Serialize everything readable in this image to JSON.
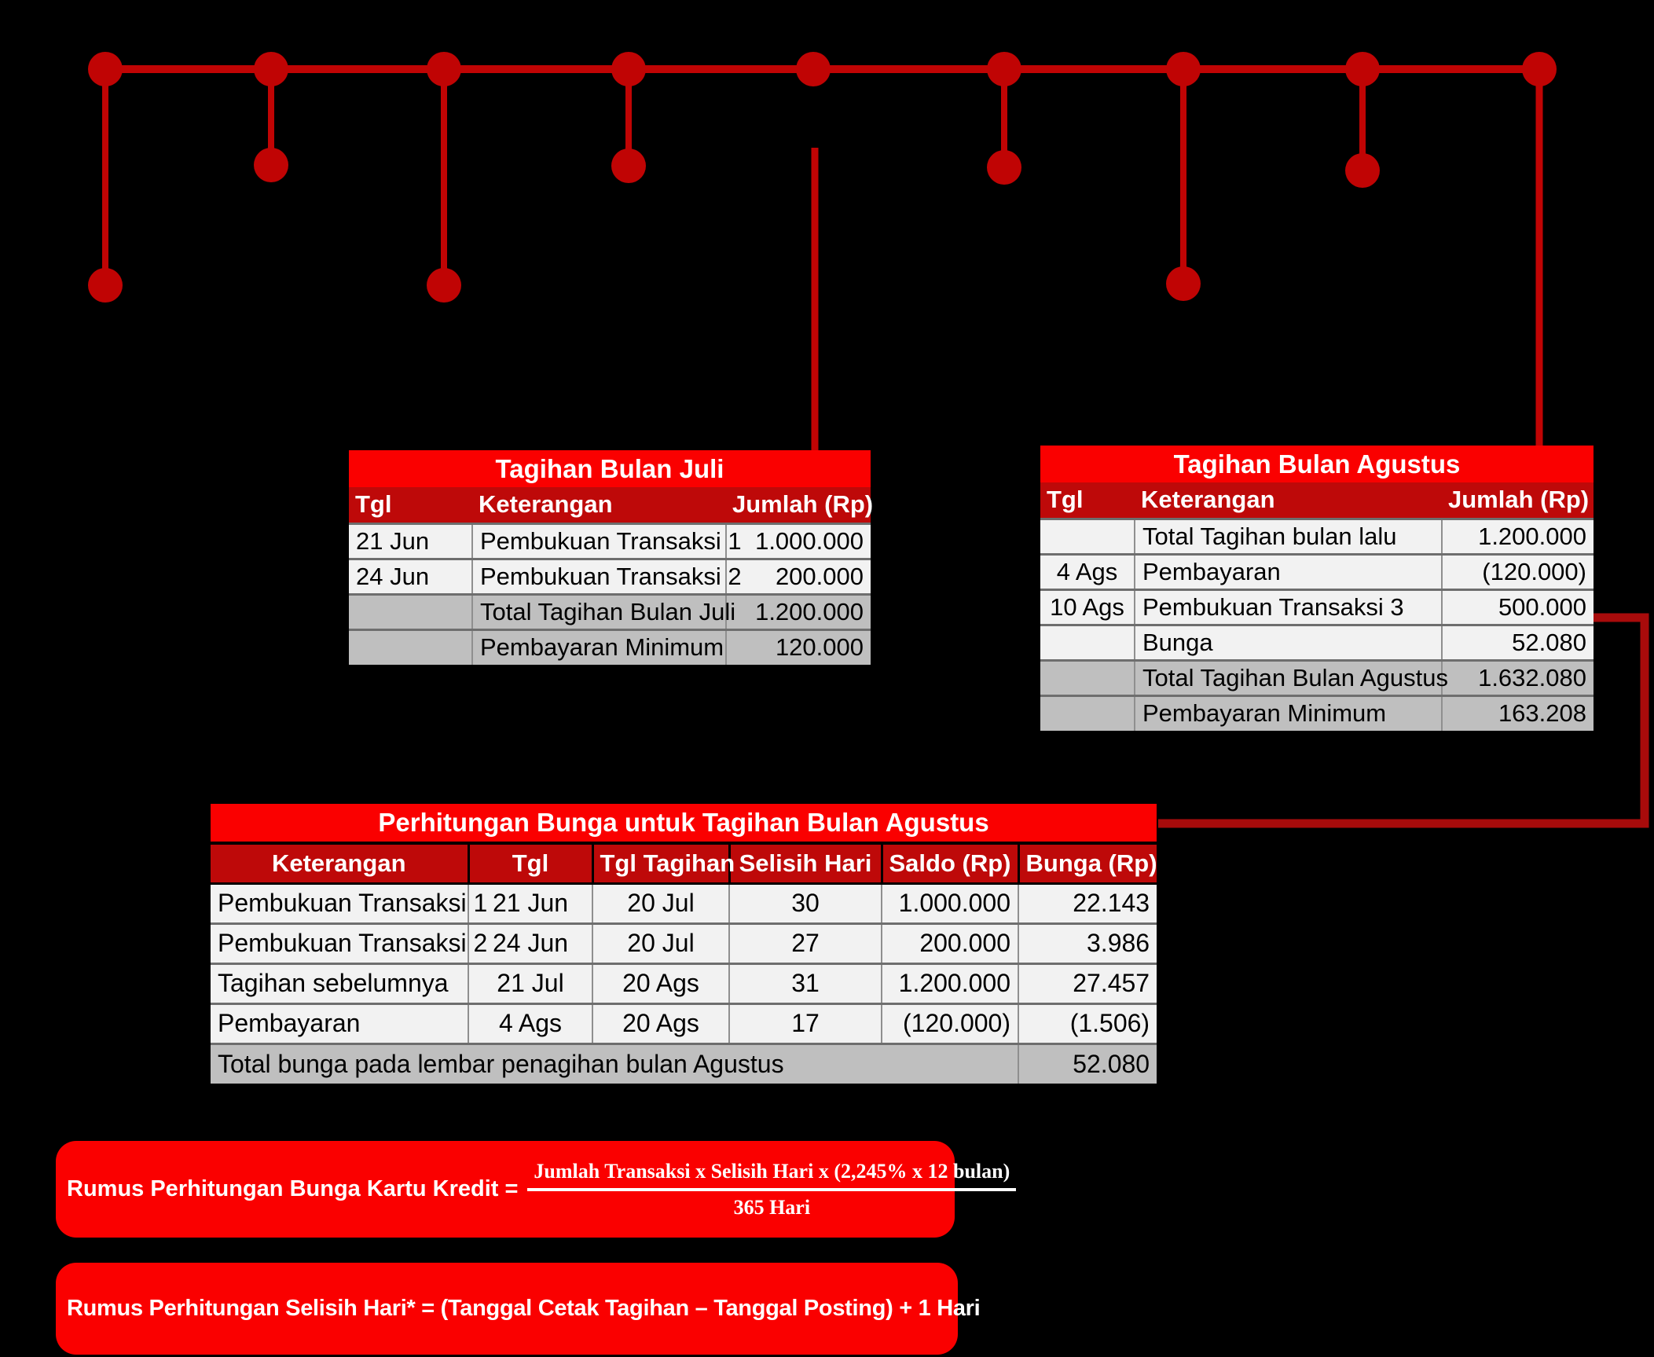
{
  "colors": {
    "background": "#000000",
    "accent_red": "#FA0000",
    "header_dark_red": "#BE0909",
    "timeline_red": "#C00404",
    "connector_red": "#A80B0B",
    "row_light_gray": "#F2F2F2",
    "row_total_gray": "#BFBFBF",
    "text_on_red": "#FFFFFF",
    "text_on_gray": "#000000"
  },
  "tables": {
    "juli": {
      "title": "Tagihan Bulan Juli",
      "headers": [
        "Tgl",
        "Keterangan",
        "Jumlah (Rp)"
      ],
      "rows": [
        [
          "21 Jun",
          "Pembukuan Transaksi 1",
          "1.000.000"
        ],
        [
          "24 Jun",
          "Pembukuan Transaksi 2",
          "200.000"
        ],
        [
          "",
          "Total Tagihan Bulan Juli",
          "1.200.000"
        ],
        [
          "",
          "Pembayaran Minimum",
          "120.000"
        ]
      ]
    },
    "agustus": {
      "title": "Tagihan Bulan Agustus",
      "headers": [
        "Tgl",
        "Keterangan",
        "Jumlah (Rp)"
      ],
      "rows": [
        [
          "",
          "Total Tagihan bulan lalu",
          "1.200.000"
        ],
        [
          "4 Ags",
          "Pembayaran",
          "(120.000)"
        ],
        [
          "10 Ags",
          "Pembukuan Transaksi 3",
          "500.000"
        ],
        [
          "",
          "Bunga",
          "52.080"
        ],
        [
          "",
          "Total Tagihan Bulan Agustus",
          "1.632.080"
        ],
        [
          "",
          "Pembayaran Minimum",
          "163.208"
        ]
      ]
    },
    "perhitungan": {
      "title": "Perhitungan Bunga untuk Tagihan Bulan Agustus",
      "headers": [
        "Keterangan",
        "Tgl",
        "Tgl Tagihan",
        "Selisih Hari",
        "Saldo (Rp)",
        "Bunga (Rp)"
      ],
      "rows": [
        [
          "Pembukuan Transaksi 1",
          "21 Jun",
          "20 Jul",
          "30",
          "1.000.000",
          "22.143"
        ],
        [
          "Pembukuan Transaksi 2",
          "24 Jun",
          "20 Jul",
          "27",
          "200.000",
          "3.986"
        ],
        [
          "Tagihan sebelumnya",
          "21 Jul",
          "20 Ags",
          "31",
          "1.200.000",
          "27.457"
        ],
        [
          "Pembayaran",
          "4 Ags",
          "20 Ags",
          "17",
          "(120.000)",
          "(1.506)"
        ]
      ],
      "total_label": "Total bunga pada lembar penagihan bulan Agustus",
      "total_value": "52.080"
    }
  },
  "formulas": {
    "bunga": {
      "label": "Rumus Perhitungan Bunga Kartu Kredit =",
      "numerator": "Jumlah Transaksi x Selisih Hari x (2,245% x 12 bulan)",
      "denominator": "365 Hari"
    },
    "selisih": {
      "label": "Rumus Perhitungan Selisih Hari* = (Tanggal Cetak Tagihan – Tanggal Posting) + 1 Hari"
    }
  }
}
